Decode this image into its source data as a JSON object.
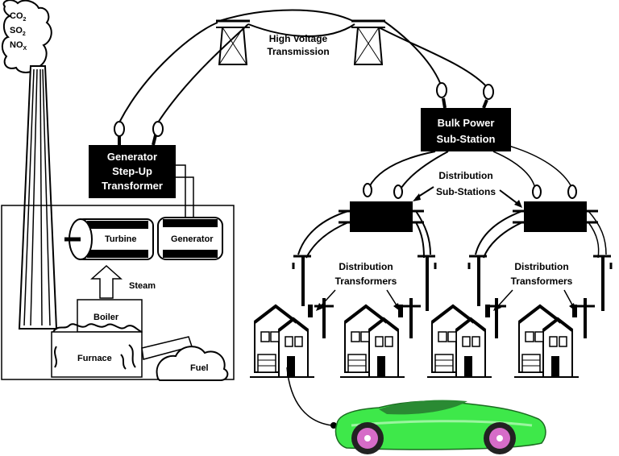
{
  "emissions": {
    "co2": "CO",
    "co2_sub": "2",
    "so2": "SO",
    "so2_sub": "2",
    "nox": "NO",
    "nox_sub": "X"
  },
  "transmission": {
    "line1": "High Voltage",
    "line2": "Transmission"
  },
  "bulk_substation": {
    "line1": "Bulk Power",
    "line2": "Sub-Station"
  },
  "generator_transformer": {
    "line1": "Generator",
    "line2": "Step-Up",
    "line3": "Transformer"
  },
  "distribution_substations": {
    "line1": "Distribution",
    "line2": "Sub-Stations"
  },
  "distribution_transformers_left": {
    "line1": "Distribution",
    "line2": "Transformers"
  },
  "distribution_transformers_right": {
    "line1": "Distribution",
    "line2": "Transformers"
  },
  "plant": {
    "turbine": "Turbine",
    "generator": "Generator",
    "steam": "Steam",
    "boiler": "Boiler",
    "furnace": "Furnace",
    "fuel": "Fuel"
  },
  "colors": {
    "car_body": "#3ee84a",
    "car_wheel": "#d66cc8"
  }
}
